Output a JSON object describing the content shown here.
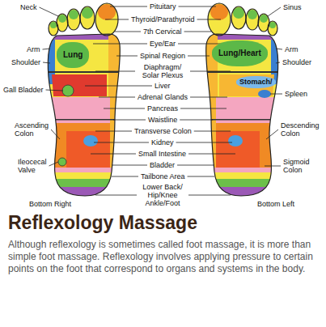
{
  "diagram": {
    "title": "Reflexology Massage",
    "caption": "Although reflexology is sometimes called foot massage, it is more than simple foot massage. Reflexology involves applying pressure to certain points on the foot that correspond to organs and systems in the body.",
    "nodes": [
      {
        "text": [
          "Lung"
        ]
      },
      {
        "text": [
          "Lung/Heart"
        ]
      },
      {
        "text": [
          "Stomach/"
        ]
      }
    ],
    "labels": [
      "Neck",
      "Pituitary",
      "Sinus",
      "Thyroid/Parathyroid",
      "7th Cervical",
      "Eye/Ear",
      "Arm",
      "Spinal Region",
      "Arm",
      "Shoulder",
      "Diaphragm/ Solar Plexus",
      "Shoulder",
      "Liver",
      "Gall Bladder",
      "Spleen",
      "Adrenal Glands",
      "Pancreas",
      "Waistline",
      "Transverse Colon",
      "Ascending Colon",
      "Descending Colon",
      "Kidney",
      "Small Intestine",
      "Bladder",
      "Ileocecal Valve",
      "Sigmoid Colon",
      "Tailbone Area",
      "Lower Back/ Hip/Knee Ankle/Foot",
      "Bottom Right",
      "Bottom Left"
    ]
  }
}
